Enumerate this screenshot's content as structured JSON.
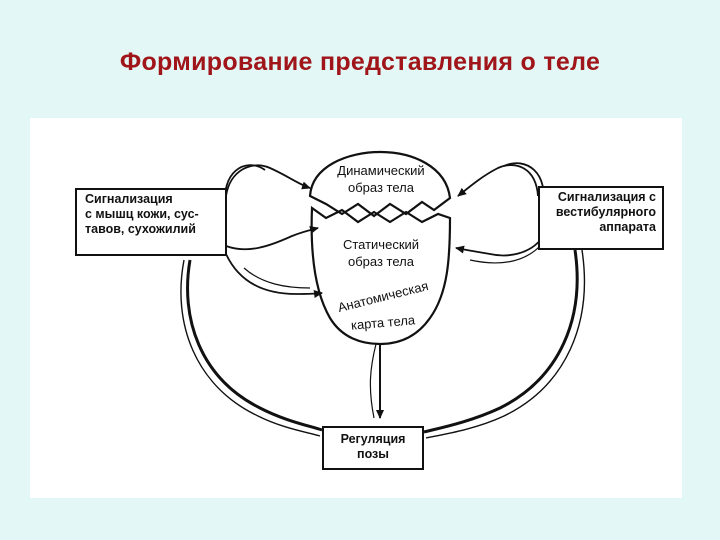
{
  "title": "Формирование представления о теле",
  "diagram": {
    "left_box": [
      "Сигнализация",
      "с мышц кожи, сус-",
      "тавов, сухожилий"
    ],
    "right_box": [
      "Сигнализация с",
      "вестибулярного",
      "аппарата"
    ],
    "dynamic_image": [
      "Динамический",
      "образ тела"
    ],
    "static_image": [
      "Статический",
      "образ тела"
    ],
    "anatomical_map_top": "Анатомическая",
    "anatomical_map_bottom": "карта тела",
    "posture_box": [
      "Регуляция",
      "позы"
    ]
  }
}
